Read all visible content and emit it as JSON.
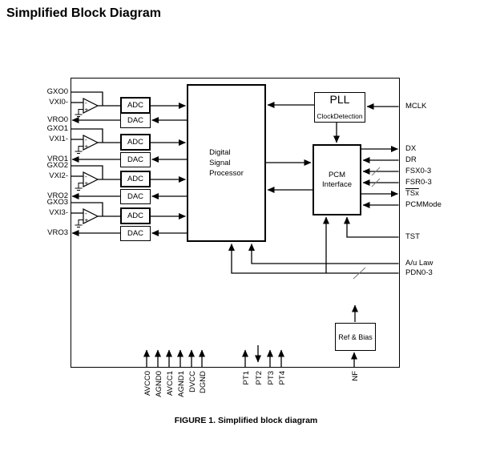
{
  "title": "Simplified Block Diagram",
  "caption": "FIGURE 1. Simplified block diagram",
  "blocks": {
    "dsp": {
      "line1": "Digital",
      "line2": "Signal",
      "line3": "Processor"
    },
    "pll": {
      "title": "PLL",
      "subtitle": "ClockDetection"
    },
    "pcm": {
      "line1": "PCM",
      "line2": "Interface"
    },
    "ref_bias": {
      "label": "Ref & Bias"
    },
    "adc_label": "ADC",
    "dac_label": "DAC"
  },
  "channels": [
    {
      "gxo": "GXO0",
      "vxi": "VXI0-",
      "vro": "VRO0"
    },
    {
      "gxo": "GXO1",
      "vxi": "VXI1-",
      "vro": "VRO1"
    },
    {
      "gxo": "GXO2",
      "vxi": "VXI2-",
      "vro": "VRO2"
    },
    {
      "gxo": "GXO3",
      "vxi": "VXI3-",
      "vro": "VRO3"
    }
  ],
  "right_pins": {
    "mclk": "MCLK",
    "dx": "DX",
    "dr": "DR",
    "fsx": "FSX0-3",
    "fsr": "FSR0-3",
    "tsx": "TSx",
    "pcmmode": "PCMMode",
    "tst": "TST",
    "au_law": "A/u Law",
    "pdn": "PDN0-3"
  },
  "bottom_pins": {
    "power": [
      "AVCC0",
      "AGND0",
      "AVCC1",
      "AGND1",
      "DVCC",
      "DGND"
    ],
    "pt": [
      "PT1",
      "PT2",
      "PT3",
      "PT4"
    ],
    "nf": "NF"
  }
}
